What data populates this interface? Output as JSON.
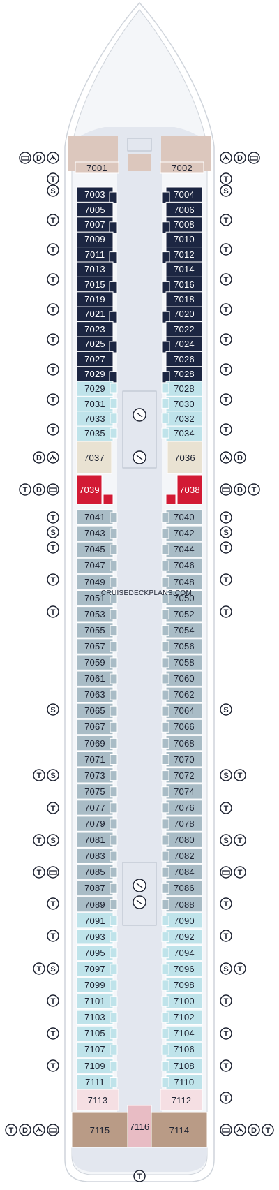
{
  "watermark": "CRUISEDECKPLANS.COM",
  "colors": {
    "hull_outline": "#cfd4db",
    "corridor": "#e3e7ef",
    "suite_navy": "#1c2642",
    "cabin_light_teal": "#bfe3ea",
    "cabin_grey_blue": "#a9bcc6",
    "cabin_beige": "#e9e2d2",
    "cabin_red": "#d21a34",
    "cabin_pink": "#f5dfe3",
    "cabin_brown": "#b99b86",
    "suite_forward": "#dcc7bd",
    "symbol_ring": "#1c2130"
  },
  "legend_symbols": {
    "T": "T",
    "S": "S",
    "D": "D",
    "sofa": "sofa-bed-icon",
    "accessible": "accessible-icon"
  },
  "cabins_port": [
    "7001",
    "7003",
    "7005",
    "7007",
    "7009",
    "7011",
    "7013",
    "7015",
    "7019",
    "7021",
    "7023",
    "7025",
    "7027",
    "7029",
    "7031",
    "7033",
    "7035",
    "7037",
    "7039",
    "7041",
    "7043",
    "7045",
    "7047",
    "7049",
    "7051",
    "7053",
    "7055",
    "7057",
    "7059",
    "7061",
    "7063",
    "7065",
    "7067",
    "7069",
    "7071",
    "7073",
    "7075",
    "7077",
    "7079",
    "7081",
    "7083",
    "7085",
    "7087",
    "7089",
    "7091",
    "7093",
    "7095",
    "7097",
    "7099",
    "7101",
    "7103",
    "7105",
    "7107",
    "7109",
    "7111",
    "7113",
    "7115"
  ],
  "cabins_starboard": [
    "7002",
    "7004",
    "7006",
    "7008",
    "7010",
    "7012",
    "7014",
    "7016",
    "7018",
    "7020",
    "7022",
    "7024",
    "7026",
    "7028",
    "7030",
    "7032",
    "7034",
    "7036",
    "7038",
    "7040",
    "7042",
    "7044",
    "7046",
    "7048",
    "7050",
    "7052",
    "7054",
    "7056",
    "7058",
    "7060",
    "7062",
    "7064",
    "7066",
    "7068",
    "7070",
    "7072",
    "7074",
    "7076",
    "7078",
    "7080",
    "7082",
    "7084",
    "7086",
    "7088",
    "7090",
    "7092",
    "7094",
    "7096",
    "7098",
    "7100",
    "7102",
    "7104",
    "7106",
    "7108",
    "7110",
    "7112",
    "7114"
  ],
  "cabin_aft_center": "7116"
}
